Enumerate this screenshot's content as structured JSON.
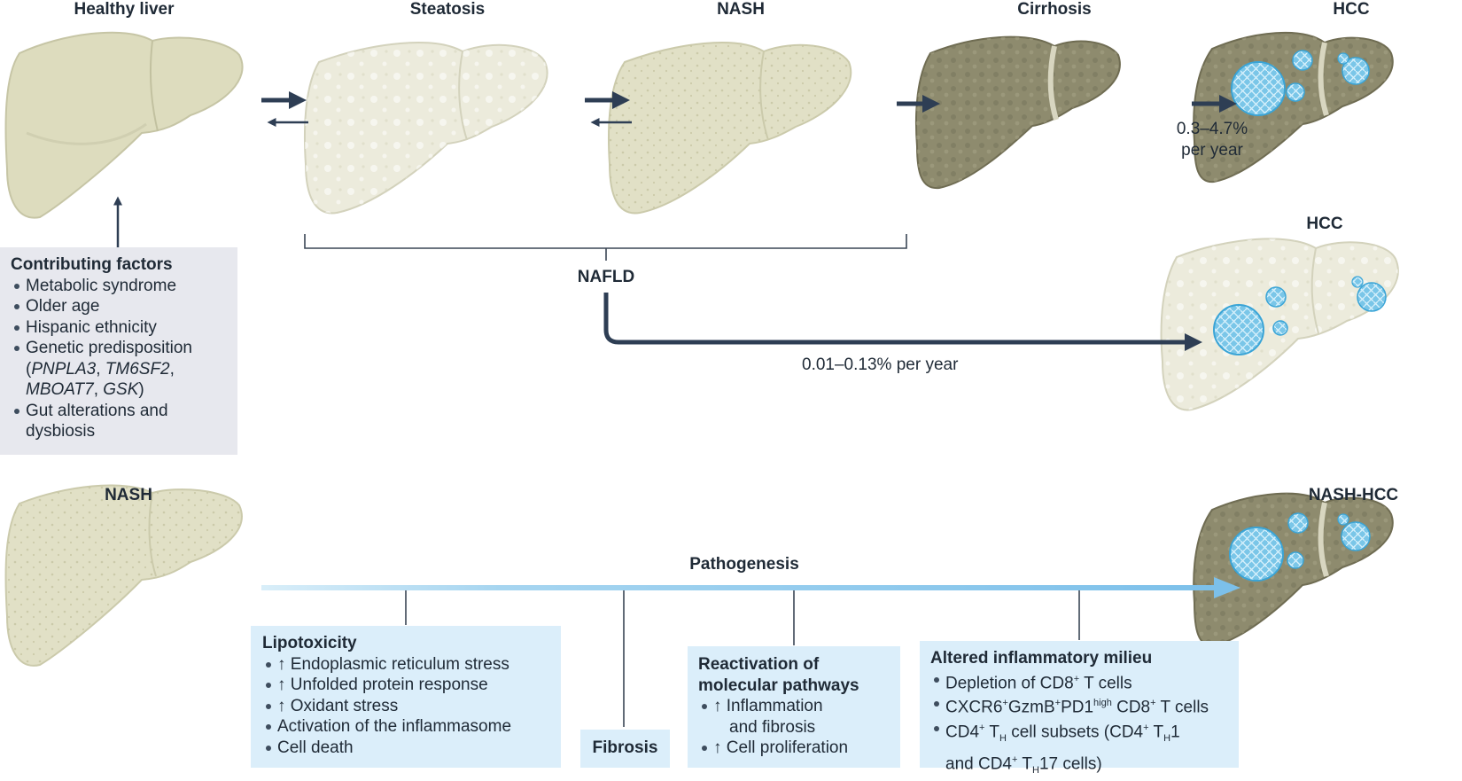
{
  "colors": {
    "liver_healthy": "#dddcbe",
    "liver_healthy_dark": "#c9c8a5",
    "liver_steatosis": "#ecebdc",
    "liver_cirrhosis": "#8e8b6e",
    "tumor": "#7ac6e8",
    "arrow_dark": "#2e3e54",
    "arrow_blue": "#8fc9ea",
    "panel_grey": "#e7e8ee",
    "panel_blue": "#dbeefa",
    "text": "#1f2a36"
  },
  "stages": {
    "healthy": "Healthy liver",
    "steatosis": "Steatosis",
    "nash": "NASH",
    "cirrhosis": "Cirrhosis",
    "hcc_top": "HCC",
    "hcc_middle": "HCC",
    "nash_bottom": "NASH",
    "nash_hcc": "NASH-HCC"
  },
  "nafld_label": "NAFLD",
  "rates": {
    "cirrhosis_line1": "0.3–4.7%",
    "cirrhosis_line2": "per year",
    "nafld": "0.01–0.13% per year"
  },
  "contributing": {
    "title": "Contributing factors",
    "items": [
      "Metabolic syndrome",
      "Older age",
      "Hispanic ethnicity",
      "Genetic predisposition",
      "Gut alterations and"
    ],
    "genes_open": "(",
    "gene1": "PNPLA3",
    "gene2": "TM6SF2",
    "gene3": "MBOAT7",
    "gene4": "GSK",
    "genes_close": ")",
    "sep": ", ",
    "item5_line2": "dysbiosis"
  },
  "pathogenesis": "Pathogenesis",
  "lipotoxicity": {
    "title": "Lipotoxicity",
    "items": [
      "↑ Endoplasmic reticulum stress",
      "↑ Unfolded protein response",
      "↑ Oxidant stress",
      "Activation of the inflammasome",
      "Cell death"
    ]
  },
  "fibrosis": "Fibrosis",
  "reactivation": {
    "title_line1": "Reactivation of",
    "title_line2": "molecular pathways",
    "item1_line1": "↑ Inflammation",
    "item1_line2": "and fibrosis",
    "item2": "↑ Cell proliferation"
  },
  "milieu": {
    "title": "Altered inflammatory milieu",
    "i1_a": "Depletion of CD8",
    "i1_sup": "+",
    "i1_b": " T cells",
    "i2_a": "CXCR6",
    "i2_sup1": "+",
    "i2_b": "GzmB",
    "i2_sup2": "+",
    "i2_c": "PD1",
    "i2_sup3": "high",
    "i2_d": " CD8",
    "i2_sup4": "+",
    "i2_e": " T cells",
    "i3_a": "CD4",
    "i3_sup1": "+",
    "i3_b": " T",
    "i3_sub1": "H",
    "i3_c": " cell subsets (CD4",
    "i3_sup2": "+",
    "i3_d": " T",
    "i3_sub2": "H",
    "i3_e": "1",
    "i3_f": "and CD4",
    "i3_sup3": "+",
    "i3_g": " T",
    "i3_sub3": "H",
    "i3_h": "17 cells)"
  }
}
